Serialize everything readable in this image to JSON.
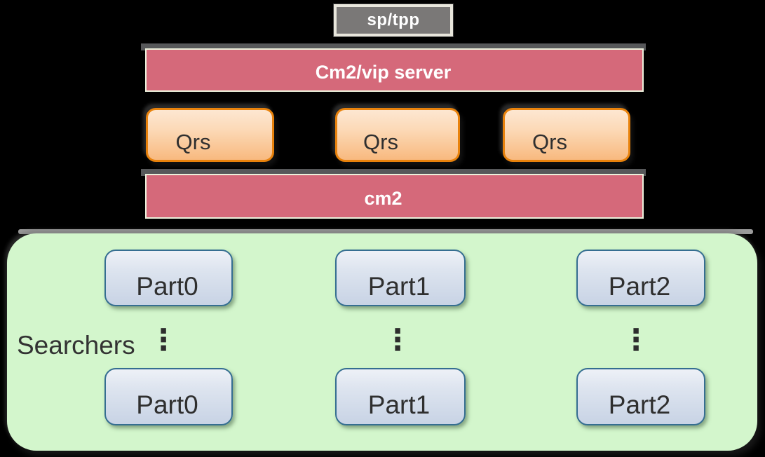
{
  "colors": {
    "background": "#000000",
    "bar_fill": "#D5697A",
    "bar_border": "#ECF1DC",
    "gray_box_fill": "#7A7877",
    "gray_box_border": "#E8E6DC",
    "shadow_strip": "#57585A",
    "qrs_border": "#E8820C",
    "qrs_fill_top": "#FDE7D2",
    "qrs_fill_bottom": "#F8B97F",
    "part_border": "#356E91",
    "part_fill_top": "#EEF1F7",
    "part_fill_bottom": "#C8D3E5",
    "panel_fill": "#D3F6CC",
    "text_dark": "#2F2F2F",
    "text_light": "#FFFFFF"
  },
  "nodes": {
    "sp_tpp": {
      "label": "sp/tpp"
    },
    "vip_server": {
      "label": "Cm2/vip server"
    },
    "qrs": [
      {
        "label": "Qrs"
      },
      {
        "label": "Qrs"
      },
      {
        "label": "Qrs"
      }
    ],
    "cm2": {
      "label": "cm2"
    },
    "searchers": {
      "label": "Searchers",
      "ellipsis": "⋮",
      "top_row": [
        {
          "label": "Part0"
        },
        {
          "label": "Part1"
        },
        {
          "label": "Part2"
        }
      ],
      "bottom_row": [
        {
          "label": "Part0"
        },
        {
          "label": "Part1"
        },
        {
          "label": "Part2"
        }
      ]
    }
  }
}
